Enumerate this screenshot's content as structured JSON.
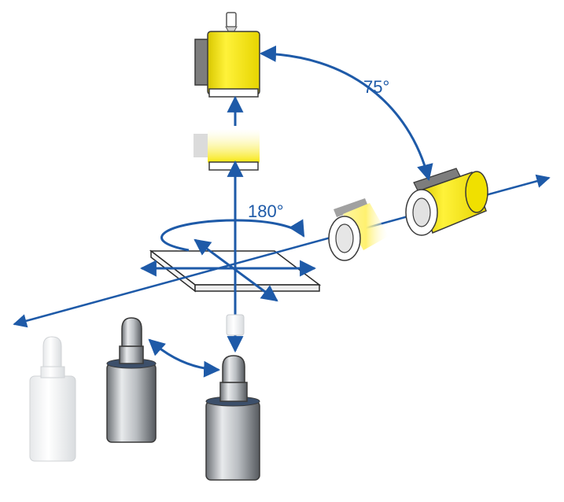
{
  "labels": {
    "rotation_180": "180°",
    "angle_75": "75°"
  },
  "colors": {
    "arrow_blue": "#1e5aa8",
    "detector_yellow": "#f5e600",
    "detector_grey": "#8a8a8a",
    "sample_outline": "#3a3a3a",
    "probe_steel": "#9aa0a6"
  },
  "icons": {
    "detector": "yellow-cylinder-detector",
    "probe": "steel-ultrasonic-probe",
    "sample": "flat-plate-sample"
  }
}
